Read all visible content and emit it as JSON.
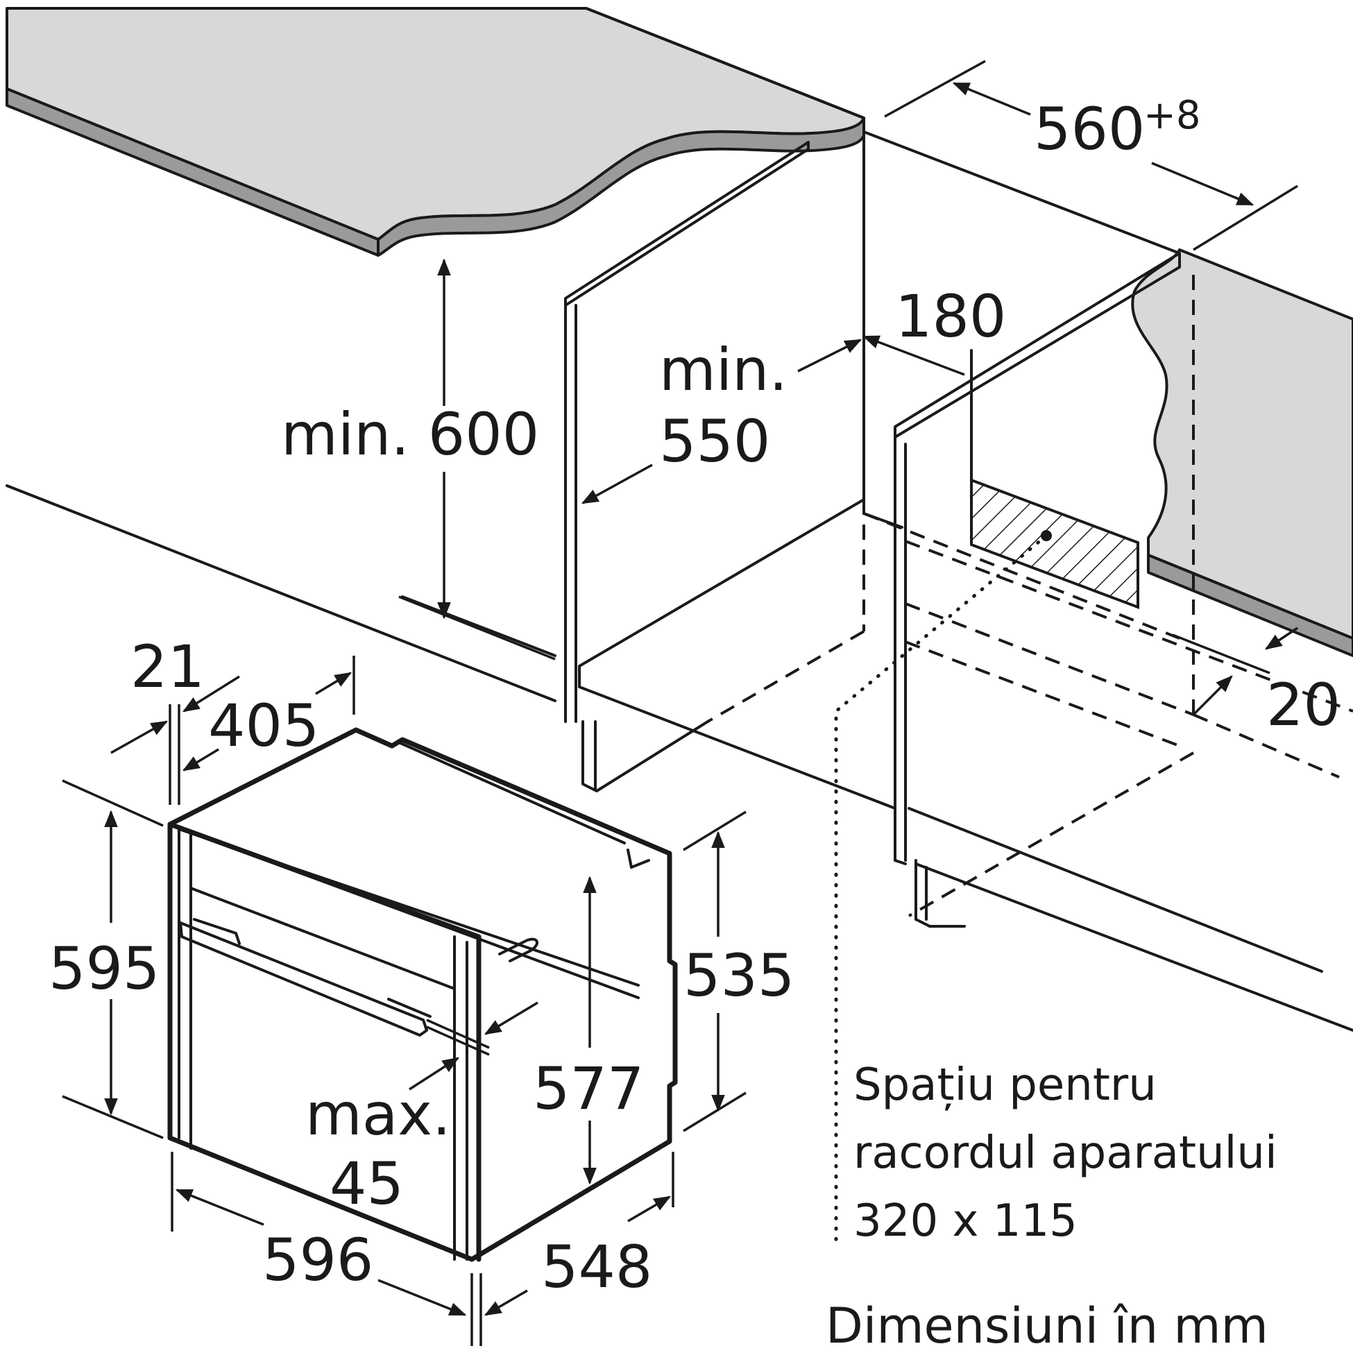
{
  "dimensions": {
    "niche_width": "560",
    "niche_width_tolerance": "+8",
    "cabinet_height_min": "min. 600",
    "niche_depth_min_label": "min.",
    "niche_depth_min_value": "550",
    "socket_offset": "180",
    "rear_gap": "20",
    "oven_front_offset": "21",
    "top_cutout_width": "405",
    "oven_height": "595",
    "body_height": "535",
    "door_height": "577",
    "panel_overhang_label": "max.",
    "panel_overhang_value": "45",
    "oven_width": "596",
    "oven_depth": "548"
  },
  "notes": {
    "connection_space_line1": "Spațiu pentru",
    "connection_space_line2": "racordul aparatului",
    "connection_space_line3": "320 x 115"
  },
  "units_caption": "Dimensiuni în mm",
  "colors": {
    "line": "#1a1a1a",
    "countertop": "#d8d8d8",
    "countertop_edge": "#9a9a9a",
    "background": "#ffffff"
  }
}
